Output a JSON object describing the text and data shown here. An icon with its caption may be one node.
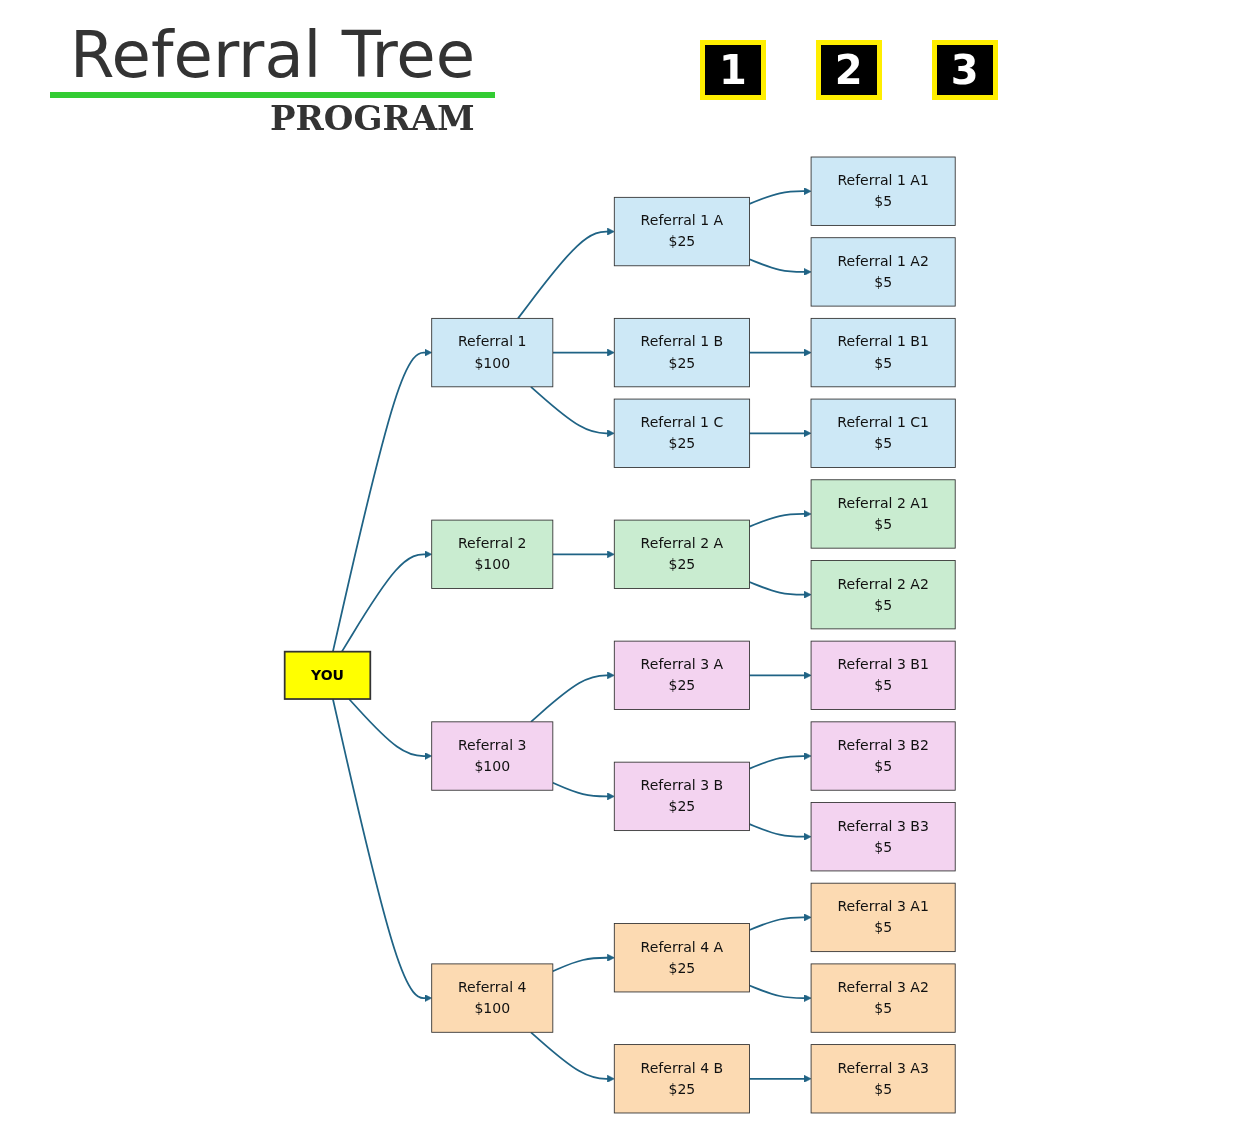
{
  "diagram": {
    "title": "Referral Tree",
    "nodes": [
      {
        "text": [
          "YOU"
        ]
      },
      {
        "text": [
          "Referral 1",
          "$100"
        ]
      },
      {
        "text": [
          "Referral 1 A",
          "$25"
        ]
      },
      {
        "text": [
          "Referral 1 B",
          "$25"
        ]
      },
      {
        "text": [
          "Referral 1 C",
          "$25"
        ]
      },
      {
        "text": [
          "Referral 1 A1",
          "$5"
        ]
      },
      {
        "text": [
          "Referral 1 A2",
          "$5"
        ]
      },
      {
        "text": [
          "Referral 1 B1",
          "$5"
        ]
      },
      {
        "text": [
          "Referral 1 C1",
          "$5"
        ]
      },
      {
        "text": [
          "Referral 2",
          "$100"
        ]
      },
      {
        "text": [
          "Referral 2 A",
          "$25"
        ]
      },
      {
        "text": [
          "Referral 2 A1",
          "$5"
        ]
      },
      {
        "text": [
          "Referral 2 A2",
          "$5"
        ]
      },
      {
        "text": [
          "Referral 3",
          "$100"
        ]
      },
      {
        "text": [
          "Referral 3 A",
          "$25"
        ]
      },
      {
        "text": [
          "Referral 3 B",
          "$25"
        ]
      },
      {
        "text": [
          "Referral 3 B1",
          "$5"
        ]
      },
      {
        "text": [
          "Referral 3 B2",
          "$5"
        ]
      },
      {
        "text": [
          "Referral 3 B3",
          "$5"
        ]
      },
      {
        "text": [
          "Referral 4",
          "$100"
        ]
      },
      {
        "text": [
          "Referral 4 A",
          "$25"
        ]
      },
      {
        "text": [
          "Referral 4 B",
          "$25"
        ]
      },
      {
        "text": [
          "Referral 3 A1",
          "$5"
        ]
      },
      {
        "text": [
          "Referral 3 A2",
          "$5"
        ]
      },
      {
        "text": [
          "Referral 3 A3",
          "$5"
        ]
      }
    ],
    "edges": [
      {
        "from": 0,
        "to": 1,
        "arrow": "to"
      },
      {
        "from": 0,
        "to": 9,
        "arrow": "to"
      },
      {
        "from": 0,
        "to": 13,
        "arrow": "to"
      },
      {
        "from": 0,
        "to": 19,
        "arrow": "to"
      },
      {
        "from": 1,
        "to": 2,
        "arrow": "to"
      },
      {
        "from": 1,
        "to": 3,
        "arrow": "to"
      },
      {
        "from": 1,
        "to": 4,
        "arrow": "to"
      },
      {
        "from": 2,
        "to": 5,
        "arrow": "to"
      },
      {
        "from": 2,
        "to": 6,
        "arrow": "to"
      },
      {
        "from": 3,
        "to": 7,
        "arrow": "to"
      },
      {
        "from": 4,
        "to": 8,
        "arrow": "to"
      },
      {
        "from": 9,
        "to": 10,
        "arrow": "to"
      },
      {
        "from": 10,
        "to": 11,
        "arrow": "to"
      },
      {
        "from": 10,
        "to": 12,
        "arrow": "to"
      },
      {
        "from": 13,
        "to": 14,
        "arrow": "to"
      },
      {
        "from": 13,
        "to": 15,
        "arrow": "to"
      },
      {
        "from": 14,
        "to": 16,
        "arrow": "to"
      },
      {
        "from": 15,
        "to": 17,
        "arrow": "to"
      },
      {
        "from": 15,
        "to": 18,
        "arrow": "to"
      },
      {
        "from": 19,
        "to": 20,
        "arrow": "to"
      },
      {
        "from": 19,
        "to": 21,
        "arrow": "to"
      },
      {
        "from": 20,
        "to": 22,
        "arrow": "to"
      },
      {
        "from": 20,
        "to": 23,
        "arrow": "to"
      },
      {
        "from": 21,
        "to": 24,
        "arrow": "to"
      }
    ],
    "labels": [
      "PROGRAM",
      "1",
      "2",
      "3"
    ]
  }
}
